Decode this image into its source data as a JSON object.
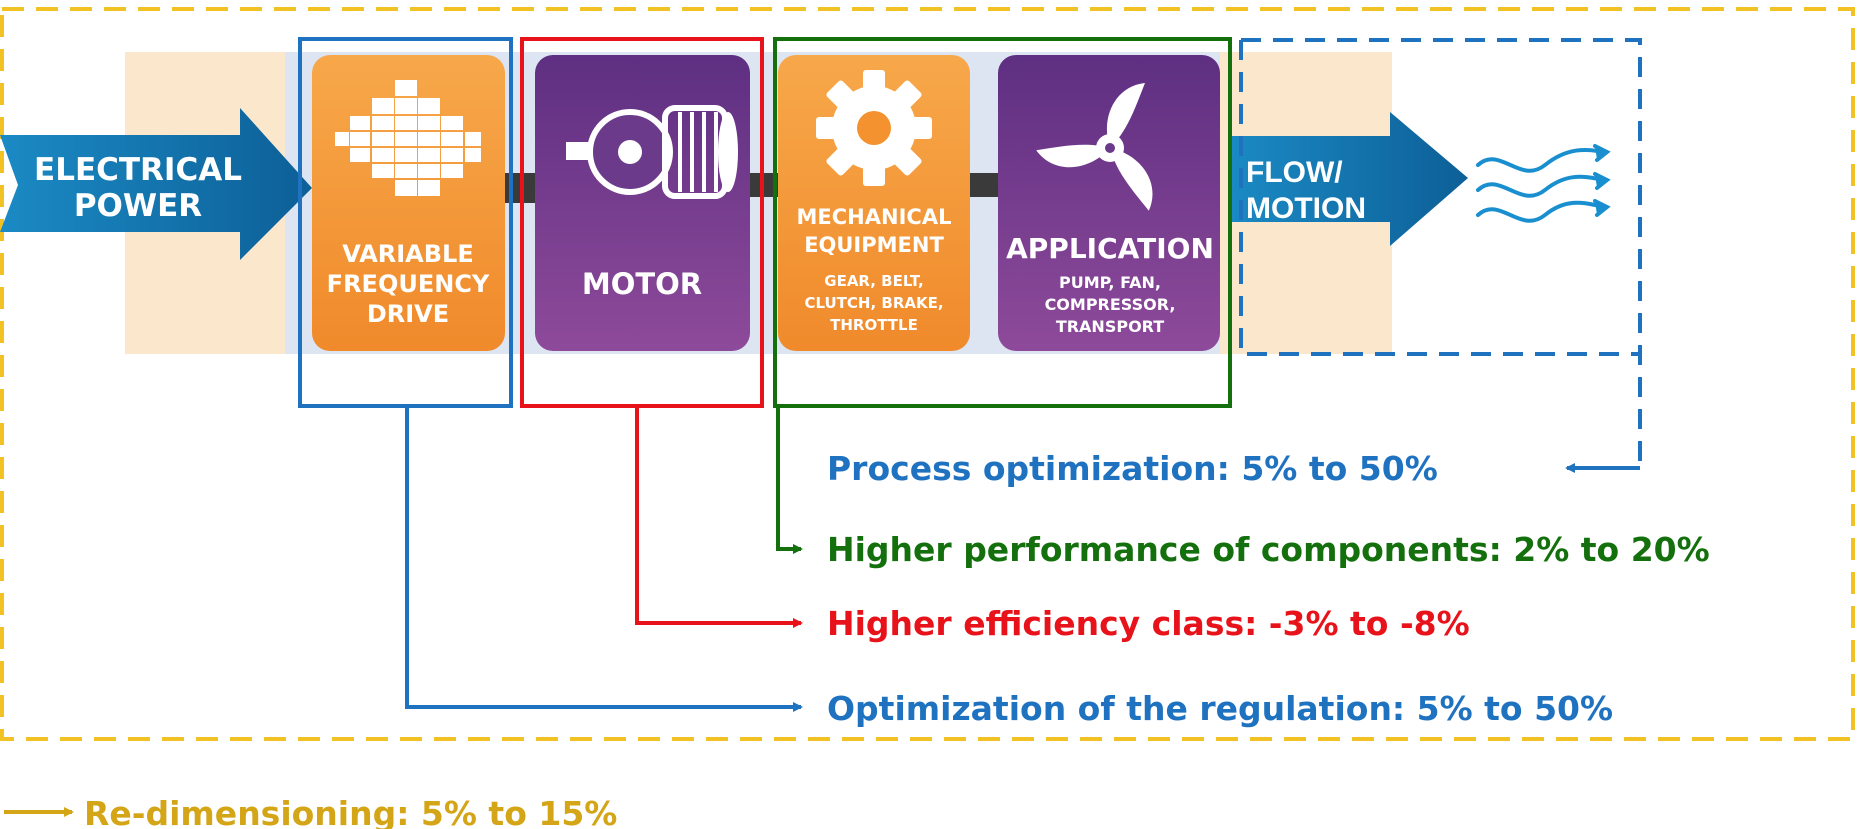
{
  "colors": {
    "orange": "#f4922f",
    "purple": "#6b3a8a",
    "blue": "#1f72bf",
    "red": "#e8131a",
    "green": "#14700d",
    "gold": "#d4a517",
    "gold_dash": "#f2c224",
    "arrow_blue": "#0f6fa8",
    "cream": "#fbe8cc"
  },
  "input": {
    "line1": "ELECTRICAL",
    "line2": "POWER"
  },
  "blocks": {
    "vfd": {
      "icon": "vfd-board-icon",
      "line1": "VARIABLE",
      "line2": "FREQUENCY",
      "line3": "DRIVE"
    },
    "motor": {
      "icon": "motor-icon",
      "line1": "MOTOR"
    },
    "mech": {
      "icon": "gear-icon",
      "title1": "MECHANICAL",
      "title2": "EQUIPMENT",
      "sub1": "GEAR, BELT,",
      "sub2": "CLUTCH, BRAKE,",
      "sub3": "THROTTLE"
    },
    "app": {
      "icon": "fan-icon",
      "title": "APPLICATION",
      "sub1": "PUMP, FAN,",
      "sub2": "COMPRESSOR,",
      "sub3": "TRANSPORT"
    }
  },
  "output": {
    "line1": "FLOW/",
    "line2": "MOTION",
    "icon": "waves-icon"
  },
  "savings": {
    "process": "Process optimization: 5% to 50%",
    "components": "Higher performance of components: 2% to 20%",
    "efficiency": "Higher efficiency class: -3% to -8%",
    "regulation": "Optimization of the regulation: 5% to 50%",
    "redimension": "Re-dimensioning: 5% to 15%"
  }
}
